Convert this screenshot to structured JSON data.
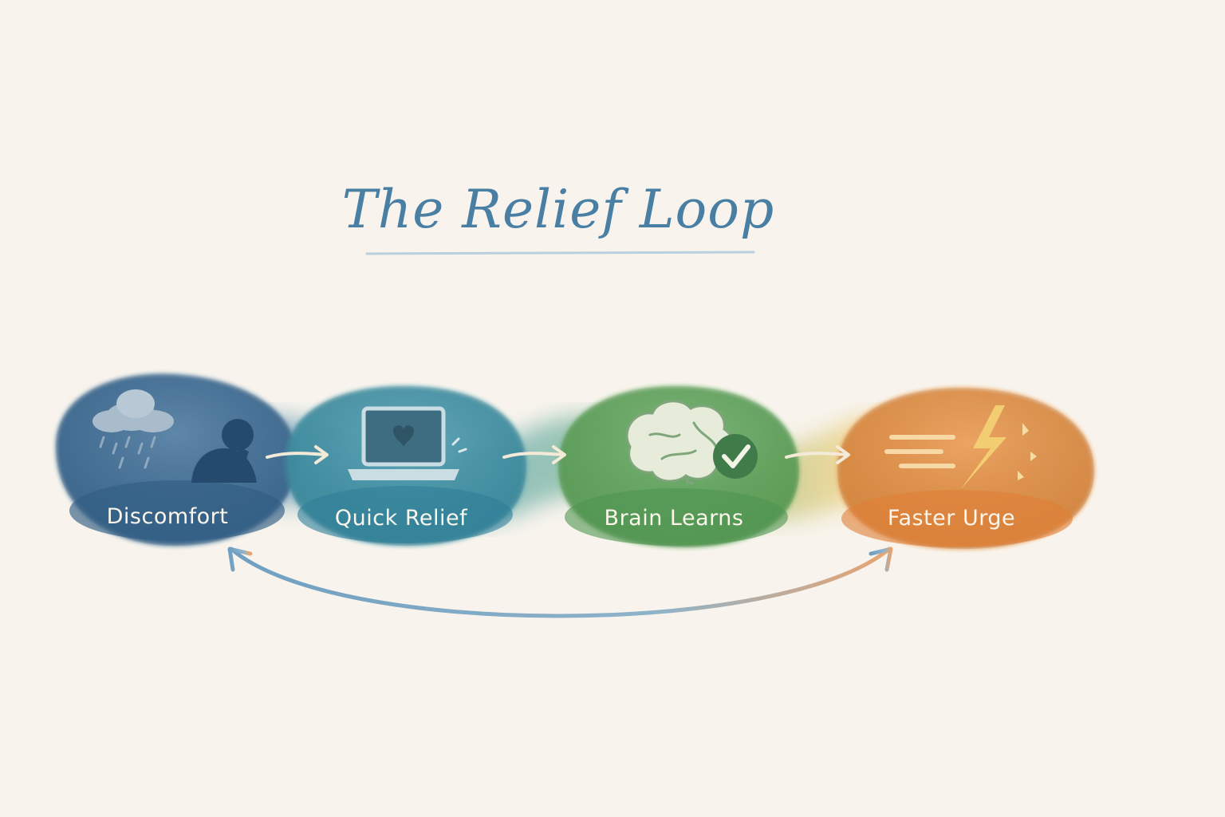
{
  "title": "The Relief Loop",
  "stages": [
    {
      "label": "Discomfort",
      "icon": "rain-cloud-distressed-person-icon",
      "color": "#3f6f99"
    },
    {
      "label": "Quick Relief",
      "icon": "laptop-heart-icon",
      "color": "#3c94aa"
    },
    {
      "label": "Brain Learns",
      "icon": "brain-checkmark-icon",
      "color": "#5fa85a"
    },
    {
      "label": "Faster Urge",
      "icon": "lightning-speed-icon",
      "color": "#e9903f"
    }
  ],
  "colors": {
    "background": "#f8f4ed",
    "title": "#4a7fa4",
    "arrow": "#f3ead8",
    "loop_start": "#6f9fc2",
    "loop_end": "#e8a470"
  }
}
